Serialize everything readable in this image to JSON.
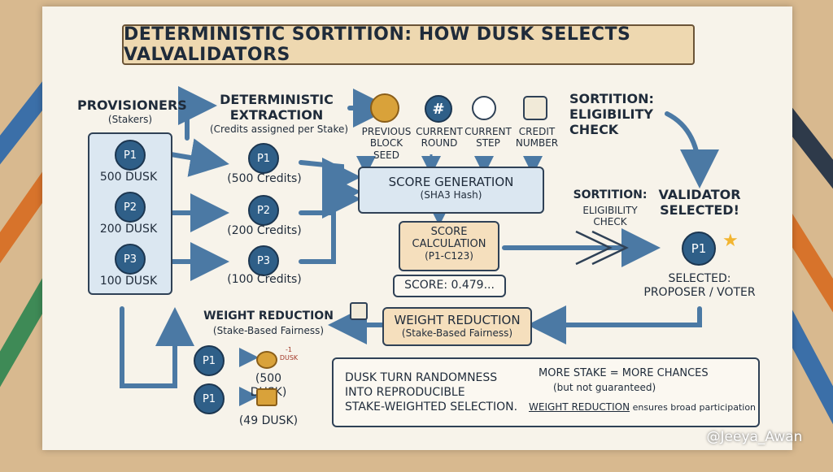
{
  "title": "DETERMINISTIC SORTITION: HOW DUSK SELECTS VALVALIDATORS",
  "provisioners": {
    "heading": "PROVISIONERS",
    "sub": "(Stakers)",
    "items": [
      {
        "id": "P1",
        "amount": "500 DUSK"
      },
      {
        "id": "P2",
        "amount": "200 DUSK"
      },
      {
        "id": "P3",
        "amount": "100 DUSK"
      }
    ]
  },
  "extraction": {
    "heading": "DETERMINISTIC\nEXTRACTION",
    "sub": "(Credits assigned per Stake)",
    "items": [
      {
        "id": "P1",
        "credits": "(500 Credits)"
      },
      {
        "id": "P2",
        "credits": "(200 Credits)"
      },
      {
        "id": "P3",
        "credits": "(100 Credits)"
      }
    ]
  },
  "inputs": [
    {
      "label": "PREVIOUS\nBLOCK\nSEED",
      "icon": "coins-icon"
    },
    {
      "label": "CURRENT\nROUND",
      "icon": "hash-icon"
    },
    {
      "label": "CURRENT\nSTEP",
      "icon": "clock-icon"
    },
    {
      "label": "CREDIT\nNUMBER",
      "icon": "dice-icon"
    }
  ],
  "score_generation": {
    "label": "SCORE GENERATION",
    "sub": "(SHA3 Hash)"
  },
  "score_calculation": {
    "label": "SCORE\nCALCULATION",
    "sub": "(P1-C123)"
  },
  "score_value": "SCORE: 0.479...",
  "eligibility_top": "SORTITION:\nELIGIBILITY\nCHECK",
  "eligibility_mid": {
    "label": "SORTITION:",
    "sub": "ELIGIBILITY\nCHECK"
  },
  "validator": {
    "heading": "VALIDATOR\nSELECTED!",
    "id": "P1",
    "role": "SELECTED:\nPROPOSER / VOTER"
  },
  "weight_reduction_box": {
    "label": "WEIGHT REDUCTION",
    "sub": "(Stake-Based Fairness)"
  },
  "weight_reduction_left": {
    "label": "WEIGHT REDUCTION",
    "sub": "(Stake-Based Fairness)"
  },
  "reduction_items": [
    {
      "id": "P1",
      "amount": "(500 DUSK)",
      "badge": "-1\nDUSK"
    },
    {
      "id": "P1",
      "amount": "(49 DUSK)"
    }
  ],
  "summary": {
    "left": "DUSK TURN RANDOMNESS\nINTO REPRODUCIBLE\nSTAKE-WEIGHTED SELECTION.",
    "right_main": "MORE STAKE = MORE CHANCES",
    "right_sub": "(but not guaranteed)",
    "right_bold": "WEIGHT REDUCTION",
    "right_tail": " ensures broad participation"
  },
  "watermark": "@Jeeya_Awan",
  "colors": {
    "box_blue": "#dbe7f1",
    "box_tan": "#f5dfbd",
    "arrow": "#4b79a4",
    "star": "#f2b531"
  }
}
